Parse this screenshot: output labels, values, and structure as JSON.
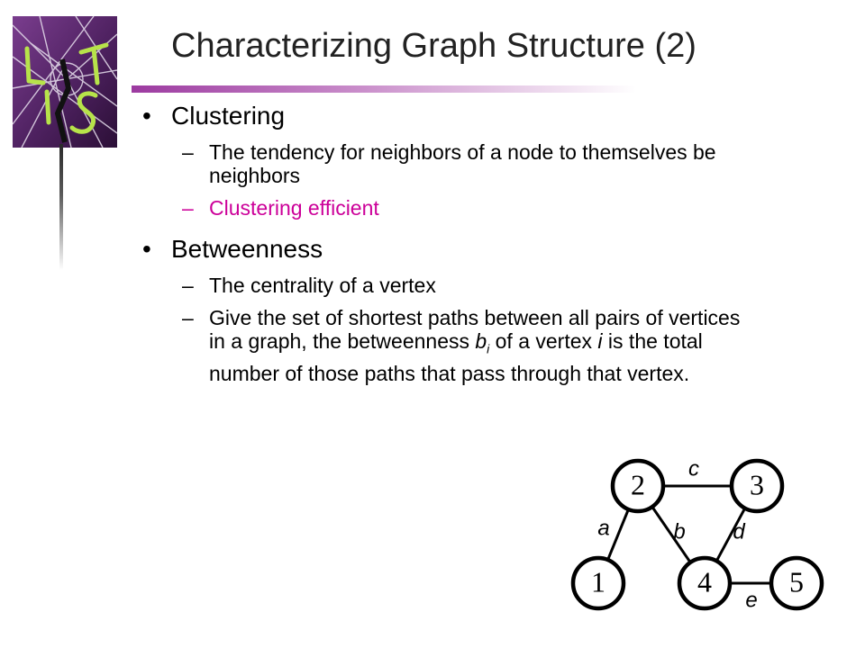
{
  "slide": {
    "title": "Characterizing Graph Structure (2)",
    "bullet_glyph": "•",
    "dash_glyph": "–"
  },
  "logo": {
    "icon": "lts-lab-logo-icon",
    "letters": [
      "L",
      "T",
      "I",
      "S"
    ]
  },
  "sections": [
    {
      "heading": "Clustering",
      "items": [
        {
          "parts": [
            {
              "text": "The tendency for neighbors of a node to themselves be neighbors"
            }
          ]
        },
        {
          "accent": true,
          "parts": [
            {
              "text": "Clustering efficient"
            }
          ]
        }
      ]
    },
    {
      "heading": "Betweenness",
      "items": [
        {
          "parts": [
            {
              "text": "The centrality of a vertex"
            }
          ]
        },
        {
          "parts": [
            {
              "text": "Give the set of shortest paths between all pairs of vertices in a graph, the betweenness "
            },
            {
              "text": "b",
              "italic": true
            },
            {
              "text": "i",
              "italic": true,
              "sub": true
            },
            {
              "text": " of a vertex "
            },
            {
              "text": "i",
              "italic": true
            },
            {
              "text": " is the total number of those paths that pass through that vertex."
            }
          ]
        }
      ]
    }
  ],
  "graph": {
    "nodes": [
      "1",
      "2",
      "3",
      "4",
      "5"
    ],
    "edges": [
      {
        "label": "a",
        "from": "1",
        "to": "2"
      },
      {
        "label": "b",
        "from": "2",
        "to": "4"
      },
      {
        "label": "c",
        "from": "2",
        "to": "3"
      },
      {
        "label": "d",
        "from": "3",
        "to": "4"
      },
      {
        "label": "e",
        "from": "4",
        "to": "5"
      }
    ]
  },
  "colors": {
    "accent": "#cc0099",
    "title_rule": "#9c3aa0",
    "logo_bg": "#5b2a6e",
    "logo_letters": "#b7e34a"
  }
}
